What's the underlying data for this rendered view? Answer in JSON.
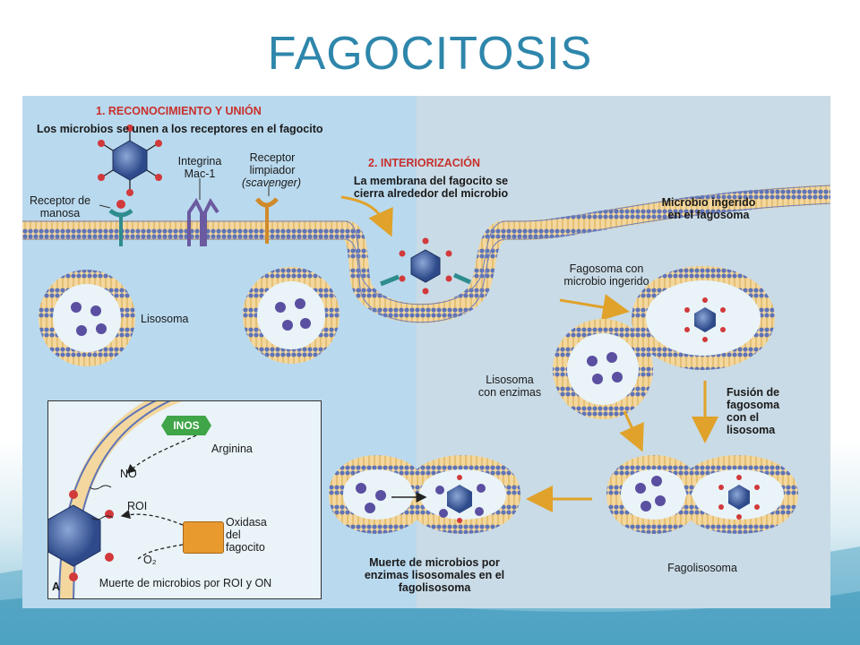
{
  "title": "FAGOCITOSIS",
  "steps": {
    "step1": "1. RECONOCIMIENTO Y UNIÓN",
    "step1_desc": "Los microbios se unen a los receptores en el fagocito",
    "step2": "2. INTERIORIZACIÓN",
    "step2_desc": "La membrana del fagocito se cierra alrededor del microbio"
  },
  "labels": {
    "integrina": "Integrina Mac-1",
    "receptor_limpiador": "Receptor limpiador",
    "scavenger": "(scavenger)",
    "receptor_manosa": "Receptor de manosa",
    "lisosoma": "Lisosoma",
    "microbio_ingerido": "Microbio ingerido en el fagosoma",
    "fagosoma": "Fagosoma con microbio ingerido",
    "lisosoma_enzimas": "Lisosoma con enzimas",
    "fusion": "Fusión de fagosoma con el lisosoma",
    "fagolisosoma": "Fagolisosoma",
    "muerte_enzimas": "Muerte de microbios por enzimas lisosomales en el fagolisosoma"
  },
  "inset": {
    "inos": "INOS",
    "arginina": "Arginina",
    "no": "NO",
    "roi": "ROI",
    "oxidasa": "Oxidasa del fagocito",
    "o2": "O₂",
    "caption": "Muerte de microbios por ROI y ON",
    "panel_letter": "A"
  }
}
